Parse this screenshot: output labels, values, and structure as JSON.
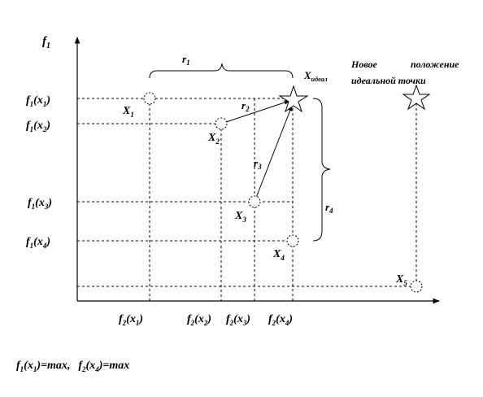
{
  "axes": {
    "y_label": "f",
    "y_sub": "1"
  },
  "x_ticks": [
    {
      "p": "f",
      "s1": "2",
      "m": "(x",
      "s2": "1",
      "e": ")"
    },
    {
      "p": "f",
      "s1": "2",
      "m": "(x",
      "s2": "2",
      "e": ")"
    },
    {
      "p": "f",
      "s1": "2",
      "m": "(x",
      "s2": "3",
      "e": ")"
    },
    {
      "p": "f",
      "s1": "2",
      "m": "(x",
      "s2": "4",
      "e": ")"
    }
  ],
  "y_ticks": [
    {
      "p": "f",
      "s1": "1",
      "m": "(x",
      "s2": "1",
      "e": ")"
    },
    {
      "p": "f",
      "s1": "1",
      "m": "(x",
      "s2": "2",
      "e": ")"
    },
    {
      "p": "f",
      "s1": "1",
      "m": "(x",
      "s2": "3",
      "e": ")"
    },
    {
      "p": "f",
      "s1": "1",
      "m": "(x",
      "s2": "4",
      "e": ")"
    }
  ],
  "points": [
    {
      "label": "X",
      "sub": "1"
    },
    {
      "label": "X",
      "sub": "2"
    },
    {
      "label": "X",
      "sub": "3"
    },
    {
      "label": "X",
      "sub": "4"
    },
    {
      "label": "X",
      "sub": "5"
    }
  ],
  "ideal": {
    "label": "X",
    "sub": "идеал"
  },
  "distances": [
    {
      "label": "r",
      "sub": "1"
    },
    {
      "label": "r",
      "sub": "2"
    },
    {
      "label": "r",
      "sub": "3"
    },
    {
      "label": "r",
      "sub": "4"
    }
  ],
  "new_ideal_note": {
    "line1_a": "Новое",
    "line1_b": "положение",
    "line2": "идеальной точки"
  },
  "footer": {
    "a": "f",
    "a_s1": "1",
    "a_m": "(x",
    "a_s2": "1",
    "a_e": ")=max,",
    "b": "f",
    "b_s1": "2",
    "b_m": "(x",
    "b_s2": "4",
    "b_e": ")=max"
  }
}
